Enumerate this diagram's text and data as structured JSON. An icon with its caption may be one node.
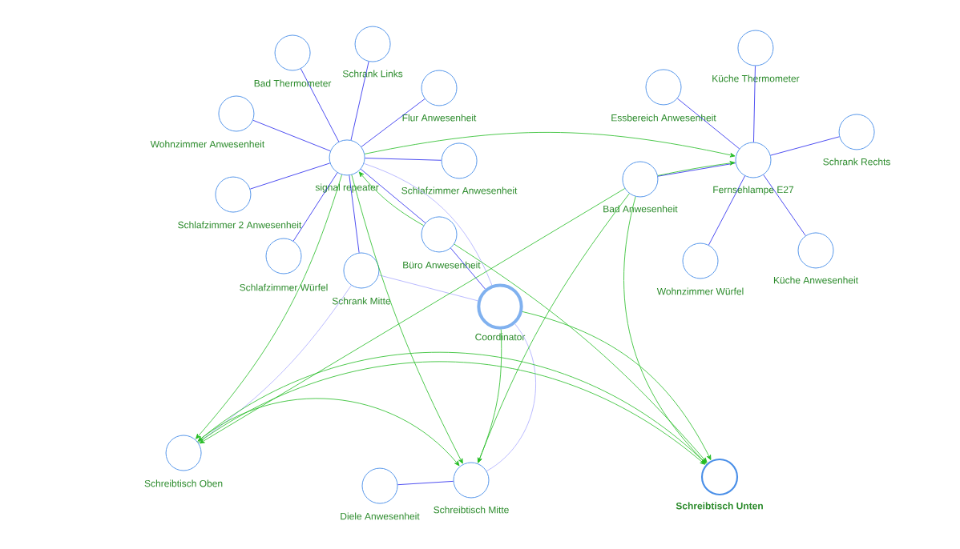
{
  "diagram": {
    "nodes": [
      {
        "text": [
          "Bad Thermometer"
        ]
      },
      {
        "text": [
          "Schrank Links"
        ]
      },
      {
        "text": [
          "Flur Anwesenheit"
        ]
      },
      {
        "text": [
          "Wohnzimmer Anwesenheit"
        ]
      },
      {
        "text": [
          "signal repeater"
        ]
      },
      {
        "text": [
          "Schlafzimmer Anwesenheit"
        ]
      },
      {
        "text": [
          "Schlafzimmer 2 Anwesenheit"
        ]
      },
      {
        "text": [
          "Büro Anwesenheit"
        ]
      },
      {
        "text": [
          "Schlafzimmer Würfel"
        ]
      },
      {
        "text": [
          "Schrank Mitte"
        ]
      },
      {
        "text": [
          "Coordinator"
        ]
      },
      {
        "text": [
          "Essbereich Anwesenheit"
        ]
      },
      {
        "text": [
          "Küche Thermometer"
        ]
      },
      {
        "text": [
          "Schrank Rechts"
        ]
      },
      {
        "text": [
          "Fernsehlampe E27"
        ]
      },
      {
        "text": [
          "Bad Anwesenheit"
        ]
      },
      {
        "text": [
          "Wohnzimmer Würfel"
        ]
      },
      {
        "text": [
          "Küche Anwesenheit"
        ]
      },
      {
        "text": [
          "Schreibtisch Oben"
        ]
      },
      {
        "text": [
          "Diele Anwesenheit"
        ]
      },
      {
        "text": [
          "Schreibtisch Mitte"
        ]
      },
      {
        "text": [
          "Schreibtisch Unten"
        ]
      }
    ],
    "edges": [
      {
        "from": 4,
        "to": 0,
        "arrow": "none",
        "color": "#2222ee"
      },
      {
        "from": 4,
        "to": 1,
        "arrow": "none",
        "color": "#2222ee"
      },
      {
        "from": 4,
        "to": 2,
        "arrow": "none",
        "color": "#2222ee"
      },
      {
        "from": 4,
        "to": 3,
        "arrow": "none",
        "color": "#2222ee"
      },
      {
        "from": 4,
        "to": 5,
        "arrow": "none",
        "color": "#2222ee"
      },
      {
        "from": 4,
        "to": 6,
        "arrow": "none",
        "color": "#2222ee"
      },
      {
        "from": 4,
        "to": 8,
        "arrow": "none",
        "color": "#2222ee"
      },
      {
        "from": 4,
        "to": 9,
        "arrow": "none",
        "color": "#2222ee"
      },
      {
        "from": 4,
        "to": 7,
        "arrow": "none",
        "color": "#2222ee"
      },
      {
        "from": 7,
        "to": 10,
        "arrow": "none",
        "color": "#2222ee"
      },
      {
        "from": 14,
        "to": 11,
        "arrow": "none",
        "color": "#2222ee"
      },
      {
        "from": 14,
        "to": 12,
        "arrow": "none",
        "color": "#2222ee"
      },
      {
        "from": 14,
        "to": 13,
        "arrow": "none",
        "color": "#2222ee"
      },
      {
        "from": 14,
        "to": 15,
        "arrow": "none",
        "color": "#2222ee"
      },
      {
        "from": 14,
        "to": 16,
        "arrow": "none",
        "color": "#2222ee"
      },
      {
        "from": 14,
        "to": 17,
        "arrow": "none",
        "color": "#2222ee"
      },
      {
        "from": 20,
        "to": 19,
        "arrow": "none",
        "color": "#2222ee"
      },
      {
        "from": 10,
        "to": 4,
        "arrow": "none",
        "color": "#aaaaff"
      },
      {
        "from": 10,
        "to": 9,
        "arrow": "none",
        "color": "#aaaaff"
      },
      {
        "from": 9,
        "to": 18,
        "arrow": "none",
        "color": "#aaaaff"
      },
      {
        "from": 10,
        "to": 20,
        "arrow": "none",
        "color": "#aaaaff"
      },
      {
        "from": 4,
        "to": 14,
        "arrow": "to",
        "color": "#22bb22"
      },
      {
        "from": 15,
        "to": 14,
        "arrow": "to",
        "color": "#22bb22"
      },
      {
        "from": 7,
        "to": 4,
        "arrow": "to",
        "color": "#22bb22"
      },
      {
        "from": 7,
        "to": 21,
        "arrow": "to",
        "color": "#22bb22"
      },
      {
        "from": 4,
        "to": 18,
        "arrow": "to",
        "color": "#22bb22"
      },
      {
        "from": 4,
        "to": 20,
        "arrow": "to",
        "color": "#22bb22"
      },
      {
        "from": 15,
        "to": 18,
        "arrow": "to",
        "color": "#22bb22"
      },
      {
        "from": 15,
        "to": 20,
        "arrow": "to",
        "color": "#22bb22"
      },
      {
        "from": 15,
        "to": 21,
        "arrow": "to",
        "color": "#22bb22"
      },
      {
        "from": 10,
        "to": 20,
        "arrow": "to",
        "color": "#22bb22"
      },
      {
        "from": 10,
        "to": 21,
        "arrow": "to",
        "color": "#22bb22"
      },
      {
        "from": 21,
        "to": 18,
        "arrow": "to",
        "color": "#22bb22"
      },
      {
        "from": 18,
        "to": 21,
        "arrow": "to",
        "color": "#22bb22"
      },
      {
        "from": 18,
        "to": 20,
        "arrow": "to",
        "color": "#22bb22"
      }
    ]
  }
}
